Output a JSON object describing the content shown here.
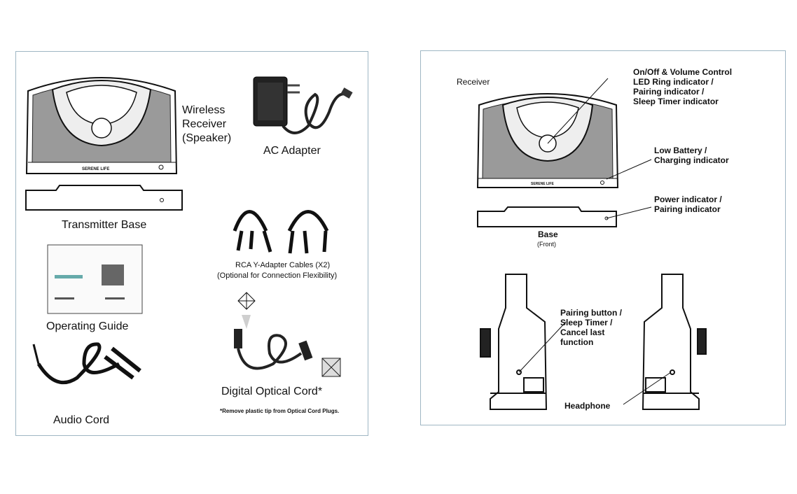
{
  "left": {
    "receiver_label": "Wireless\nReceiver\n(Speaker)",
    "adapter_label": "AC Adapter",
    "base_label": "Transmitter Base",
    "rca_label_line1": "RCA Y-Adapter Cables (X2)",
    "rca_label_line2": "(Optional for Connection Flexibility)",
    "guide_label": "Operating Guide",
    "optical_label": "Digital Optical Cord*",
    "optical_note": "*Remove plastic tip from Optical Cord Plugs.",
    "audio_label": "Audio Cord",
    "brand": "SERENE LIFE"
  },
  "right": {
    "receiver_label": "Receiver",
    "onoff_label": "On/Off & Volume Control\nLED Ring indicator /\nPairing indicator /\nSleep Timer indicator",
    "battery_label": "Low Battery /\nCharging indicator",
    "power_label": "Power indicator /\nPairing indicator",
    "base_label": "Base",
    "base_sub": "(Front)",
    "pairing_label": "Pairing button /\nSleep Timer /\nCancel last\nfunction",
    "headphone_label": "Headphone",
    "brand": "SERENE LIFE"
  }
}
